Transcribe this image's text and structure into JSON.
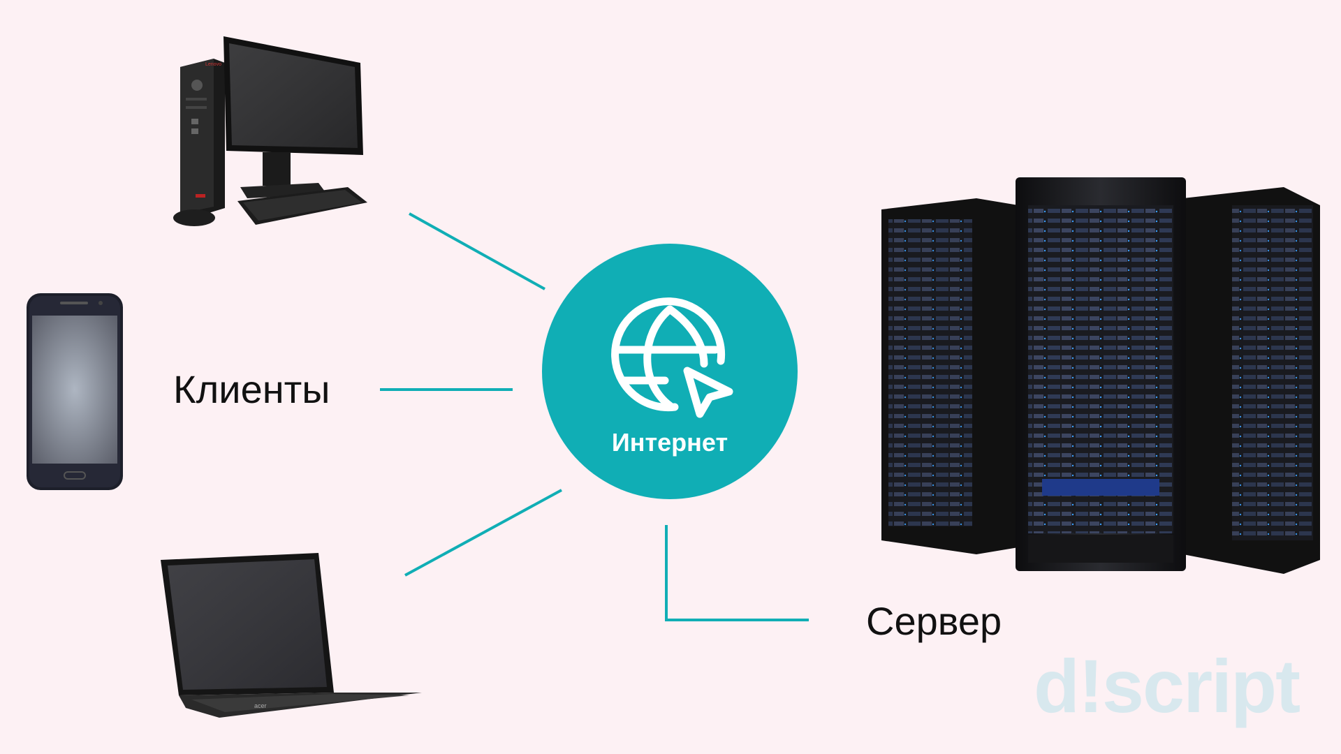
{
  "clients_label": "Клиенты",
  "server_label": "Сервер",
  "internet": {
    "label": "Интернет",
    "icon": "globe-cursor-icon",
    "color": "#10aeb5"
  },
  "devices": {
    "desktop": {
      "icon": "desktop-pc-icon",
      "brand_text": "Lenovo"
    },
    "phone": {
      "icon": "smartphone-icon"
    },
    "laptop": {
      "icon": "laptop-icon",
      "brand_text": "acer"
    },
    "server": {
      "icon": "server-rack-icon"
    }
  },
  "connector_color": "#10aeb5",
  "background_color": "#fdf1f4",
  "watermark": "d!script"
}
